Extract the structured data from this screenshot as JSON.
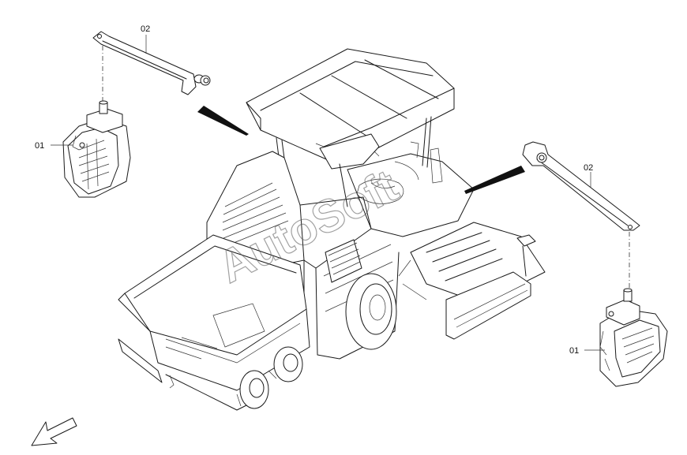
{
  "labels": {
    "bracket_top_left": "02",
    "lamp_left": "01",
    "bracket_right": "02",
    "lamp_right": "01"
  },
  "watermark": "AutoSoft",
  "icons": {
    "orientation_arrow": "arrow-down-left-icon"
  }
}
